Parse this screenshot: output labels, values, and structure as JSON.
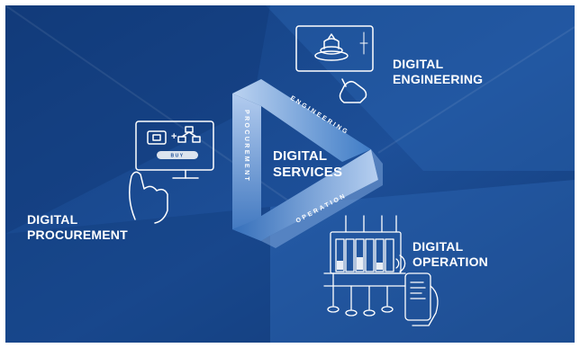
{
  "labels": {
    "engineering": [
      "DIGITAL",
      "ENGINEERING"
    ],
    "procurement": [
      "DIGITAL",
      "PROCUREMENT"
    ],
    "operation": [
      "DIGITAL",
      "OPERATION"
    ],
    "center": [
      "DIGITAL",
      "SERVICES"
    ]
  },
  "ring": {
    "engineering": "ENGINEERING",
    "procurement": "PROCUREMENT",
    "operation": "OPERATION"
  },
  "monitor": {
    "buy_label": "BUY"
  },
  "icons": {
    "engineering": "3d-model-screen-icon",
    "procurement": "online-purchase-screen-icon",
    "operation": "plant-with-smartphone-icon"
  },
  "colors": {
    "background_dark": "#10356f",
    "background_mid": "#1f5aa8",
    "ring_light": "#a9c5ea",
    "ring_dark": "#2e6bb8",
    "line": "#ffffff"
  }
}
